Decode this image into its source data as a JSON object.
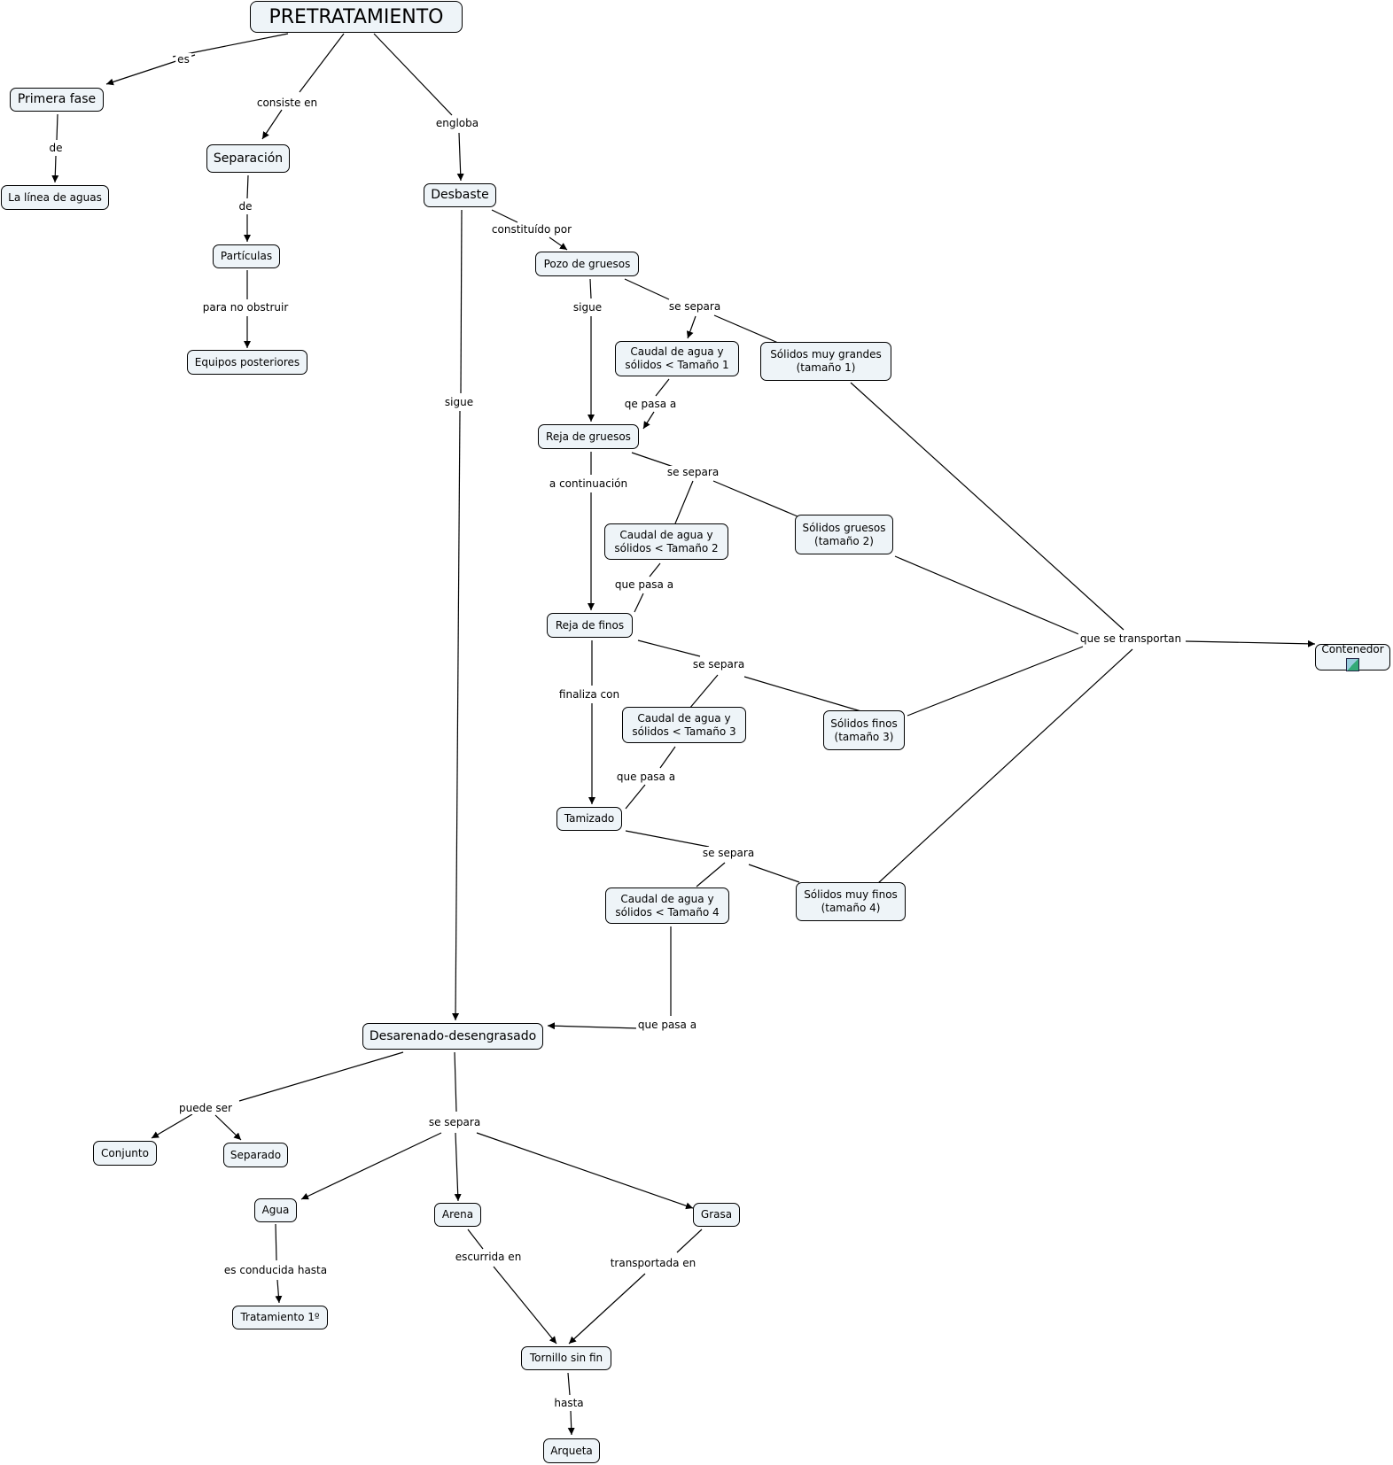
{
  "nodes": {
    "pretratamiento": "PRETRATAMIENTO",
    "primera_fase": "Primera fase",
    "linea_aguas": "La línea de aguas",
    "separacion": "Separación",
    "particulas": "Partículas",
    "equipos": "Equipos posteriores",
    "desbaste": "Desbaste",
    "pozo": "Pozo de gruesos",
    "caudal1": "Caudal de agua y\nsólidos < Tamaño 1",
    "solidos1": "Sólidos muy grandes\n(tamaño 1)",
    "reja_gruesos": "Reja de gruesos",
    "caudal2": "Caudal de agua y\nsólidos < Tamaño 2",
    "solidos2": "Sólidos gruesos\n(tamaño 2)",
    "reja_finos": "Reja de finos",
    "caudal3": "Caudal de agua y\nsólidos < Tamaño 3",
    "solidos3": "Sólidos finos\n(tamaño 3)",
    "tamizado": "Tamizado",
    "caudal4": "Caudal de agua y\nsólidos < Tamaño 4",
    "solidos4": "Sólidos muy finos\n(tamaño 4)",
    "contenedor": "Contenedor",
    "desarenado": "Desarenado-desengrasado",
    "conjunto": "Conjunto",
    "separado": "Separado",
    "agua": "Agua",
    "arena": "Arena",
    "grasa": "Grasa",
    "tratamiento": "Tratamiento 1º",
    "tornillo": "Tornillo sin fin",
    "arqueta": "Arqueta"
  },
  "links": {
    "es": "es",
    "consiste_en": "consiste en",
    "engloba": "engloba",
    "de1": "de",
    "de2": "de",
    "para_no_obstruir": "para no obstruir",
    "constituido_por": "constituído por",
    "sigue1": "sigue",
    "sigue2": "sigue",
    "se_separa1": "se separa",
    "qe_pasa_a": "qe pasa a",
    "a_continuacion": "a continuación",
    "se_separa2": "se separa",
    "que_pasa_a2": "que pasa a",
    "finaliza_con": "finaliza con",
    "se_separa3": "se separa",
    "que_pasa_a3": "que pasa a",
    "se_separa4": "se separa",
    "que_pasa_a4": "que pasa a",
    "que_se_transportan": "que se transportan",
    "puede_ser": "puede ser",
    "se_separa5": "se separa",
    "es_conducida_hasta": "es conducida hasta",
    "escurrida_en": "escurrida en",
    "transportada_en": "transportada en",
    "hasta": "hasta"
  }
}
